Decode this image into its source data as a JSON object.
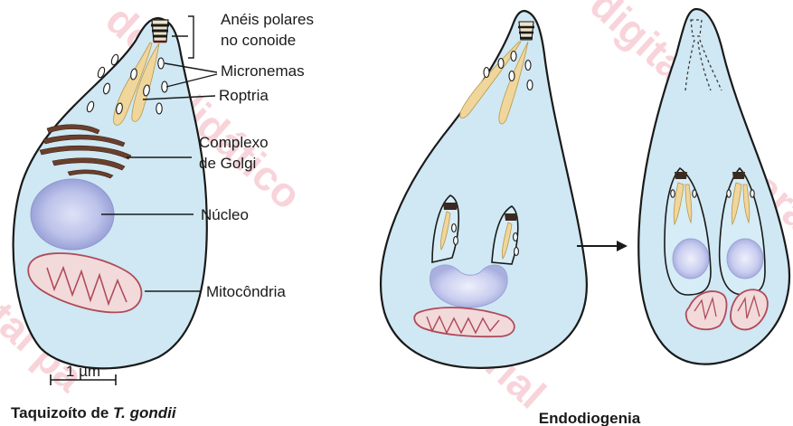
{
  "tachyzoite": {
    "labels": {
      "polar_rings": [
        "Anéis polares",
        "no conoide"
      ],
      "micronemes": "Micronemas",
      "rhoptry": "Roptria",
      "golgi": [
        "Complexo",
        "de Golgi"
      ],
      "nucleus": "Núcleo",
      "mitochondrion": "Mitocôndria"
    },
    "scale_bar": "1 µm",
    "caption_prefix": "Taquizoíto de ",
    "caption_species": "T. gondii"
  },
  "endodyogeny": {
    "caption": "Endodiogenia"
  },
  "watermark": {
    "texts": [
      "digital",
      "material",
      "didático",
      "do",
      "para",
      "tal pa"
    ],
    "color": "#e0405a"
  }
}
